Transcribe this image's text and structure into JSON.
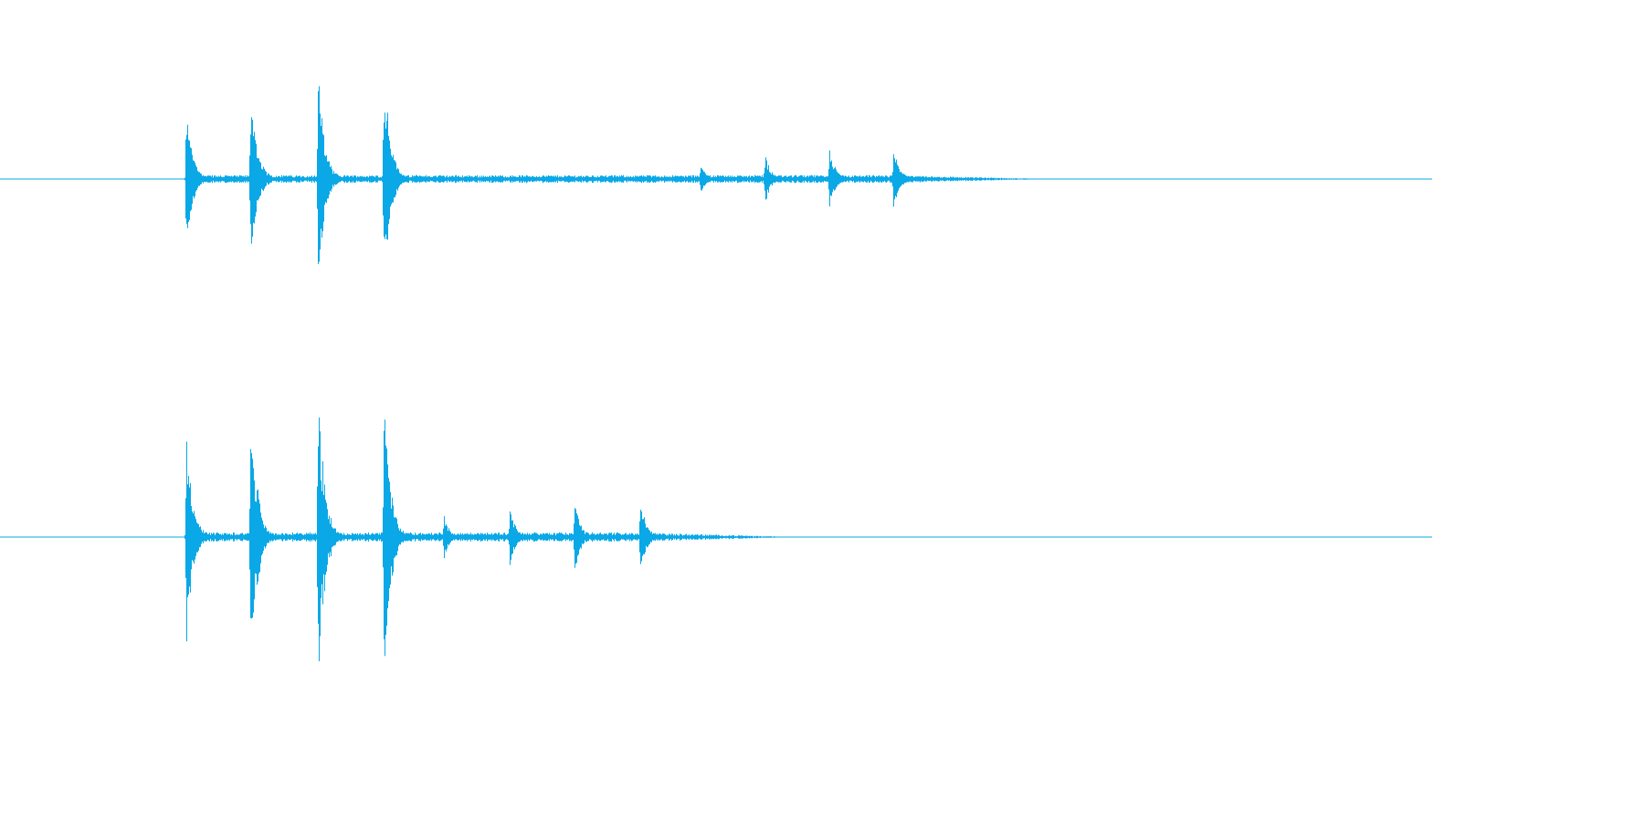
{
  "waveform": {
    "color": "#0aa8e6",
    "background": "#ffffff",
    "channels": [
      {
        "name": "channel-1",
        "bursts": [
          {
            "t": 0.13,
            "amp": 0.55,
            "decay": 0.85
          },
          {
            "t": 0.175,
            "amp": 0.75,
            "decay": 0.85
          },
          {
            "t": 0.222,
            "amp": 0.86,
            "decay": 0.85
          },
          {
            "t": 0.268,
            "amp": 0.92,
            "decay": 0.85
          },
          {
            "t": 0.489,
            "amp": 0.14,
            "decay": 0.75
          },
          {
            "t": 0.534,
            "amp": 0.2,
            "decay": 0.75
          },
          {
            "t": 0.579,
            "amp": 0.25,
            "decay": 0.75
          },
          {
            "t": 0.624,
            "amp": 0.28,
            "decay": 0.75
          }
        ]
      },
      {
        "name": "channel-2",
        "bursts": [
          {
            "t": 0.13,
            "amp": 0.72,
            "decay": 0.85
          },
          {
            "t": 0.175,
            "amp": 0.9,
            "decay": 0.85
          },
          {
            "t": 0.222,
            "amp": 1.0,
            "decay": 0.85
          },
          {
            "t": 0.268,
            "amp": 1.0,
            "decay": 0.85
          },
          {
            "t": 0.31,
            "amp": 0.15,
            "decay": 0.75
          },
          {
            "t": 0.356,
            "amp": 0.2,
            "decay": 0.75
          },
          {
            "t": 0.401,
            "amp": 0.25,
            "decay": 0.75
          },
          {
            "t": 0.447,
            "amp": 0.28,
            "decay": 0.75
          }
        ]
      }
    ]
  }
}
